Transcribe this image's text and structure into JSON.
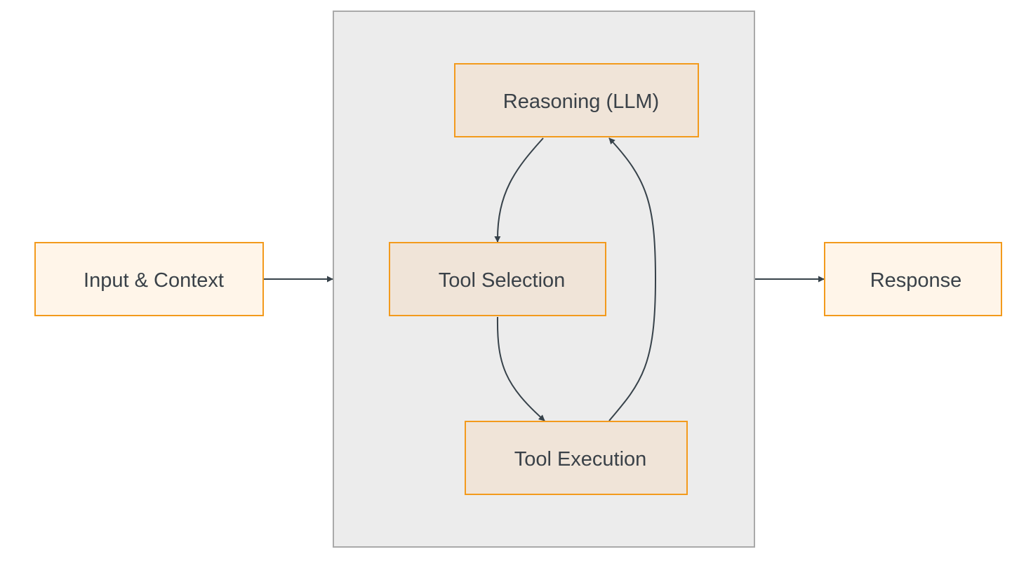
{
  "diagram": {
    "nodes": {
      "input": {
        "label": "Input & Context"
      },
      "reasoning": {
        "label": "Reasoning (LLM)"
      },
      "tool_selection": {
        "label": "Tool Selection"
      },
      "tool_execution": {
        "label": "Tool Execution"
      },
      "response": {
        "label": "Response"
      }
    },
    "edges": [
      {
        "from": "input",
        "to": "agent-loop"
      },
      {
        "from": "reasoning",
        "to": "tool_selection"
      },
      {
        "from": "tool_selection",
        "to": "tool_execution"
      },
      {
        "from": "tool_execution",
        "to": "reasoning"
      },
      {
        "from": "agent-loop",
        "to": "response"
      }
    ],
    "colors": {
      "outer_node_fill": "#fff5e9",
      "inner_node_fill": "#f0e4d8",
      "node_border": "#f39a1c",
      "loop_container_fill": "#ececec",
      "loop_container_border": "#a9a9a9",
      "edge": "#37424a",
      "text": "#3a4148"
    }
  }
}
